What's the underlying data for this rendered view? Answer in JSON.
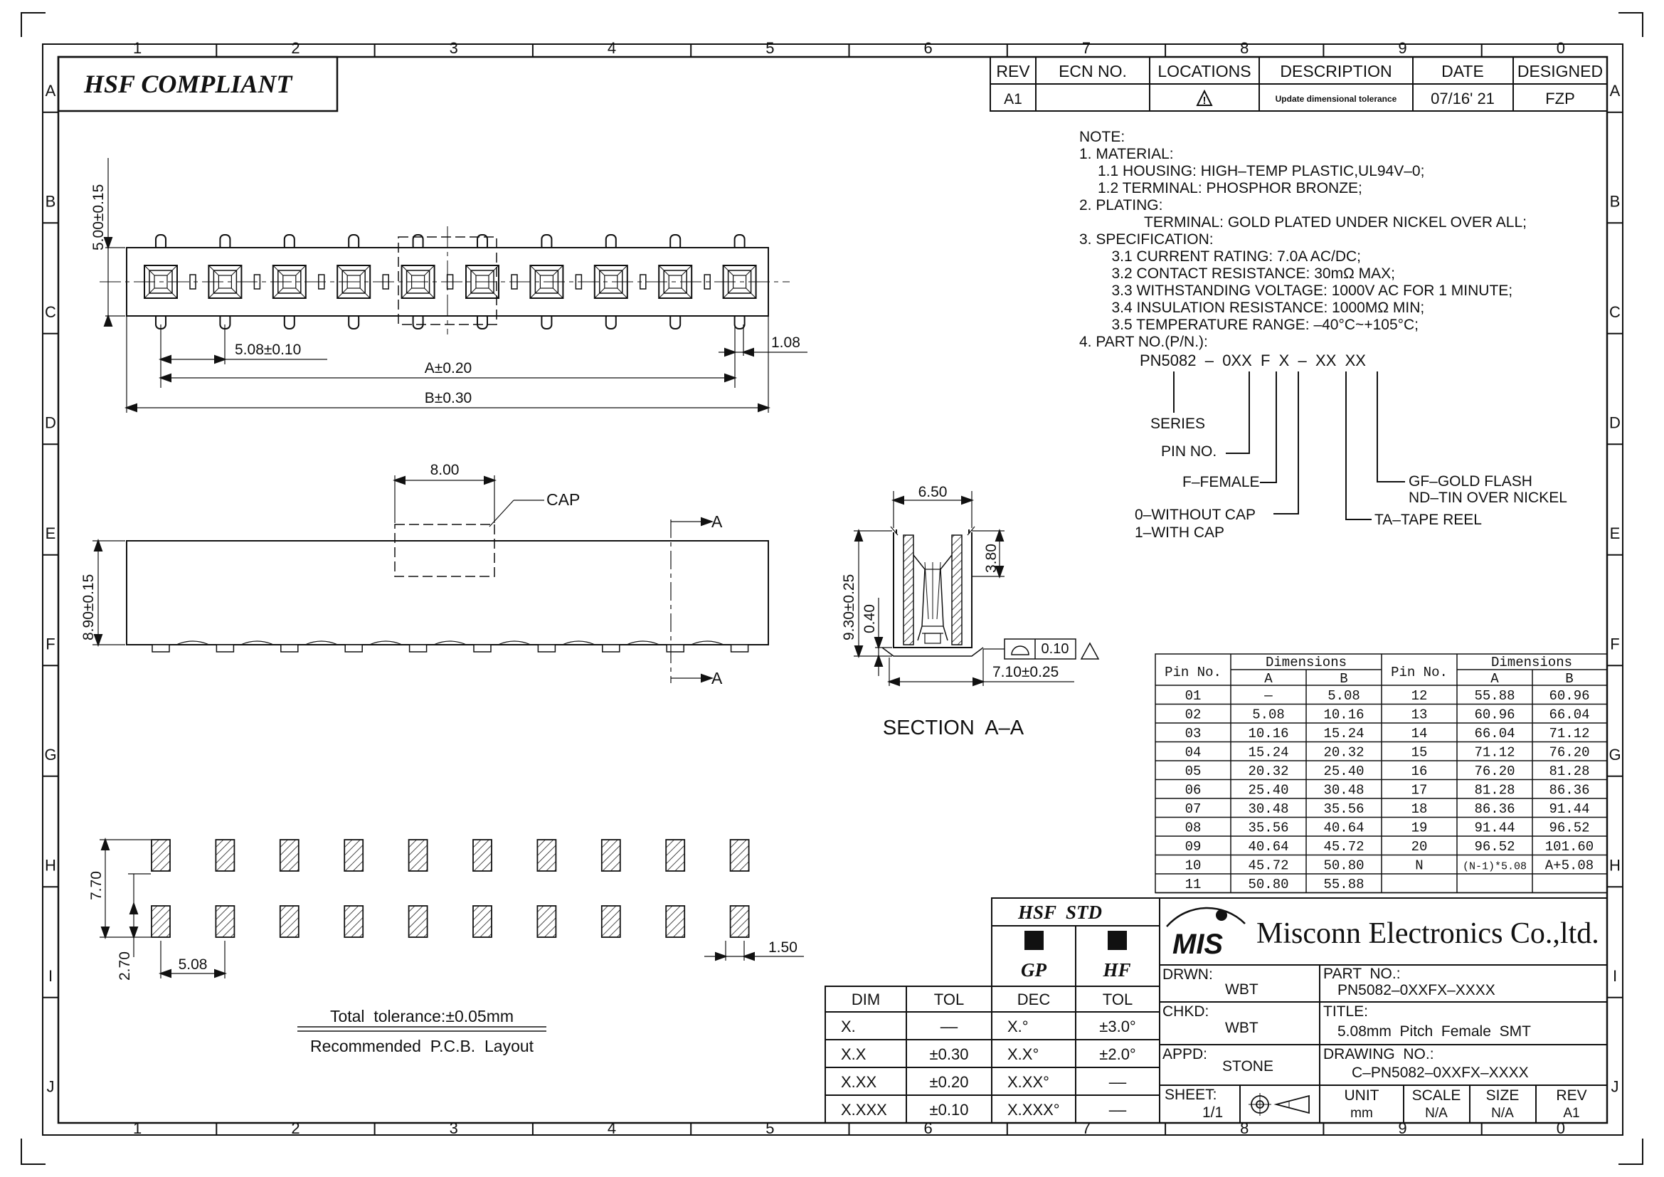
{
  "border": {
    "col_labels": [
      "1",
      "2",
      "3",
      "4",
      "5",
      "6",
      "7",
      "8",
      "9",
      "0"
    ],
    "row_labels": [
      "A",
      "B",
      "C",
      "D",
      "E",
      "F",
      "G",
      "H",
      "I",
      "J"
    ]
  },
  "hsf_compliant": "HSF  COMPLIANT",
  "revision_table": {
    "headers": [
      "REV",
      "ECN  NO.",
      "LOCATIONS",
      "DESCRIPTION",
      "DATE",
      "DESIGNED"
    ],
    "row": {
      "rev": "A1",
      "ecn": "",
      "location": "!",
      "description": "Update dimensional tolerance",
      "date": "07/16' 21",
      "designed": "FZP"
    }
  },
  "notes": [
    "NOTE:",
    "1.  MATERIAL:",
    "    1.1  HOUSING:  HIGH–TEMP  PLASTIC,UL94V–0;",
    "    1.2  TERMINAL:  PHOSPHOR  BRONZE;",
    "2.  PLATING:",
    "              TERMINAL:  GOLD  PLATED  UNDER  NICKEL  OVER  ALL;",
    "3.  SPECIFICATION:",
    "       3.1  CURRENT  RATING:  7.0A  AC/DC;",
    "       3.2  CONTACT    RESISTANCE:  30mΩ  MAX;",
    "       3.3  WITHSTANDING  VOLTAGE:  1000V  AC  FOR  1  MINUTE;",
    "       3.4  INSULATION  RESISTANCE:  1000MΩ  MIN;",
    "       3.5  TEMPERATURE  RANGE:    –40°C~+105°C;",
    "4.  PART  NO.(P/N.):"
  ],
  "part_number_legend": {
    "code": "PN5082  –  0XX  F  X  –  XX  XX",
    "series": "SERIES",
    "pin_no": "PIN  NO.",
    "female": "F–FEMALE",
    "cap0": "0–WITHOUT  CAP",
    "cap1": "1–WITH  CAP",
    "tape": "TA–TAPE  REEL",
    "gf": "GF–GOLD  FLASH",
    "nd": "ND–TIN  OVER  NICKEL"
  },
  "top_view_dims": {
    "height": "5.00±0.15",
    "pitch": "5.08±0.10",
    "a": "A±0.20",
    "b": "B±0.30",
    "end": "1.08"
  },
  "front_view_dims": {
    "cap_width": "8.00",
    "cap_label": "CAP",
    "height": "8.90±0.15",
    "section_mark": "A"
  },
  "section_view": {
    "title": "SECTION  A–A",
    "width": "6.50",
    "top": "3.80",
    "height": "9.30±0.25",
    "offset": "0.40",
    "foot": "7.10±0.25",
    "flatness": "0.10"
  },
  "pcb_layout": {
    "row_spacing": "7.70",
    "pad_length": "2.70",
    "pitch": "5.08",
    "pad_width": "1.50",
    "tolerance": "Total  tolerance:±0.05mm",
    "title": "Recommended  P.C.B.  Layout"
  },
  "dimension_table": {
    "group_header": "Dimensions",
    "pin_header": "Pin No.",
    "col_a": "A",
    "col_b": "B",
    "left": [
      [
        "01",
        "—",
        "5.08"
      ],
      [
        "02",
        "5.08",
        "10.16"
      ],
      [
        "03",
        "10.16",
        "15.24"
      ],
      [
        "04",
        "15.24",
        "20.32"
      ],
      [
        "05",
        "20.32",
        "25.40"
      ],
      [
        "06",
        "25.40",
        "30.48"
      ],
      [
        "07",
        "30.48",
        "35.56"
      ],
      [
        "08",
        "35.56",
        "40.64"
      ],
      [
        "09",
        "40.64",
        "45.72"
      ],
      [
        "10",
        "45.72",
        "50.80"
      ],
      [
        "11",
        "50.80",
        "55.88"
      ]
    ],
    "right": [
      [
        "12",
        "55.88",
        "60.96"
      ],
      [
        "13",
        "60.96",
        "66.04"
      ],
      [
        "14",
        "66.04",
        "71.12"
      ],
      [
        "15",
        "71.12",
        "76.20"
      ],
      [
        "16",
        "76.20",
        "81.28"
      ],
      [
        "17",
        "81.28",
        "86.36"
      ],
      [
        "18",
        "86.36",
        "91.44"
      ],
      [
        "19",
        "91.44",
        "96.52"
      ],
      [
        "20",
        "96.52",
        "101.60"
      ],
      [
        "N",
        "(N-1)*5.08",
        "A+5.08"
      ]
    ]
  },
  "tolerance_table": {
    "headers": [
      "DIM",
      "TOL"
    ],
    "rows": [
      [
        "X.",
        "––"
      ],
      [
        "X.X",
        "±0.30"
      ],
      [
        "X.XX",
        "±0.20"
      ],
      [
        "X.XXX",
        "±0.10"
      ]
    ]
  },
  "hsf_std": {
    "title": "HSF  STD",
    "gp": "GP",
    "hf": "HF",
    "headers": [
      "DEC",
      "TOL"
    ],
    "rows": [
      [
        "X.°",
        "±3.0°"
      ],
      [
        "X.X°",
        "±2.0°"
      ],
      [
        "X.XX°",
        "––"
      ],
      [
        "X.XXX°",
        "––"
      ]
    ]
  },
  "title_block": {
    "logo": "MIS",
    "company": "Misconn Electronics Co.,ltd.",
    "drwn_label": "DRWN:",
    "drwn": "WBT",
    "chkd_label": "CHKD:",
    "chkd": "WBT",
    "appd_label": "APPD:",
    "appd": "STONE",
    "part_label": "PART  NO.:",
    "part": "PN5082–0XXFX–XXXX",
    "title_label": "TITLE:",
    "title": "5.08mm  Pitch  Female  SMT",
    "drawing_label": "DRAWING  NO.:",
    "drawing": "C–PN5082–0XXFX–XXXX",
    "sheet_label": "SHEET:",
    "sheet": "1/1",
    "unit_label": "UNIT",
    "unit": "mm",
    "scale_label": "SCALE",
    "scale": "N/A",
    "size_label": "SIZE",
    "size": "N/A",
    "rev_label": "REV",
    "rev": "A1"
  }
}
